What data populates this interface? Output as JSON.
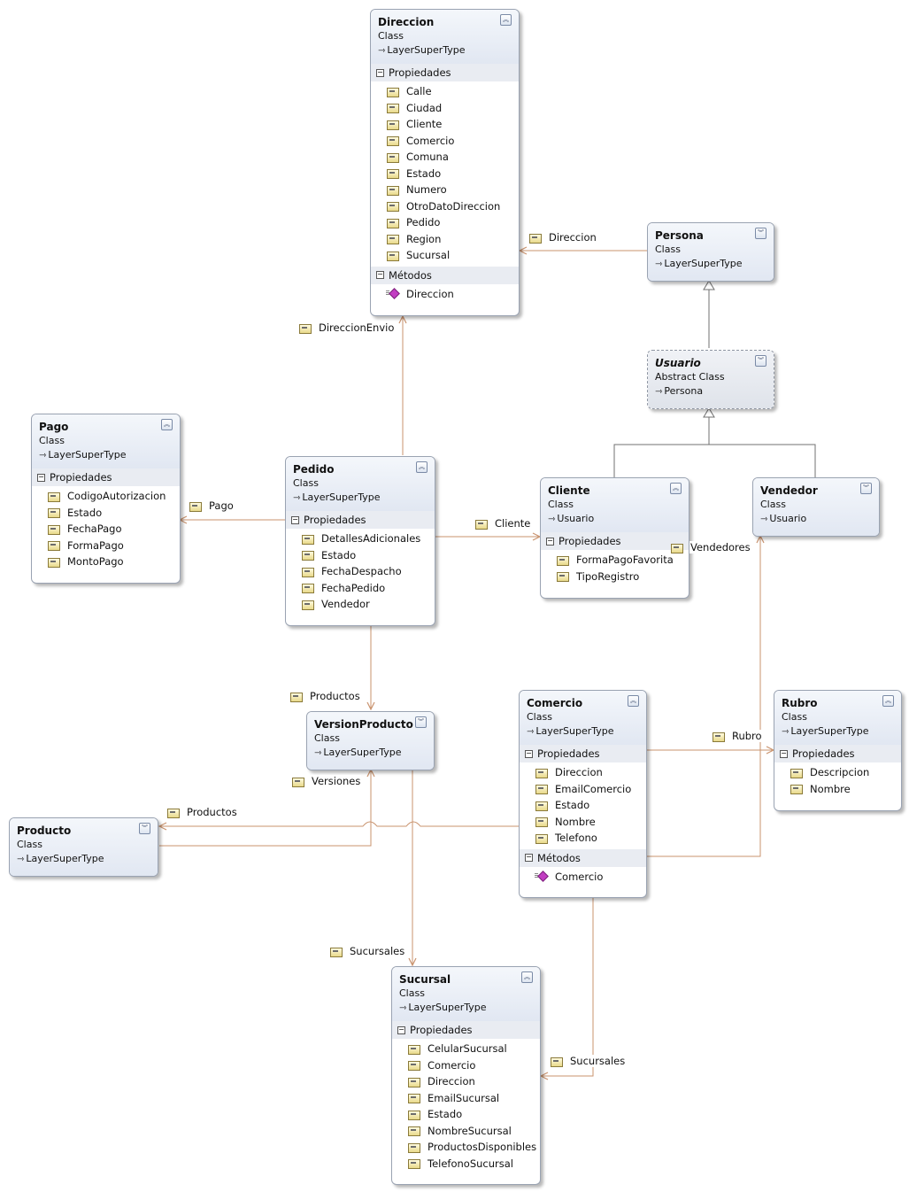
{
  "classes": {
    "direccion": {
      "name": "Direccion",
      "kind": "Class",
      "base": "LayerSuperType",
      "properties_title": "Propiedades",
      "properties": [
        "Calle",
        "Ciudad",
        "Cliente",
        "Comercio",
        "Comuna",
        "Estado",
        "Numero",
        "OtroDatoDireccion",
        "Pedido",
        "Region",
        "Sucursal"
      ],
      "methods_title": "Métodos",
      "methods": [
        "Direccion"
      ]
    },
    "persona": {
      "name": "Persona",
      "kind": "Class",
      "base": "LayerSuperType"
    },
    "usuario": {
      "name": "Usuario",
      "kind": "Abstract Class",
      "base": "Persona"
    },
    "pago": {
      "name": "Pago",
      "kind": "Class",
      "base": "LayerSuperType",
      "properties_title": "Propiedades",
      "properties": [
        "CodigoAutorizacion",
        "Estado",
        "FechaPago",
        "FormaPago",
        "MontoPago"
      ]
    },
    "pedido": {
      "name": "Pedido",
      "kind": "Class",
      "base": "LayerSuperType",
      "properties_title": "Propiedades",
      "properties": [
        "DetallesAdicionales",
        "Estado",
        "FechaDespacho",
        "FechaPedido",
        "Vendedor"
      ]
    },
    "cliente": {
      "name": "Cliente",
      "kind": "Class",
      "base": "Usuario",
      "properties_title": "Propiedades",
      "properties": [
        "FormaPagoFavorita",
        "TipoRegistro"
      ]
    },
    "vendedor": {
      "name": "Vendedor",
      "kind": "Class",
      "base": "Usuario"
    },
    "versionproducto": {
      "name": "VersionProducto",
      "kind": "Class",
      "base": "LayerSuperType"
    },
    "comercio": {
      "name": "Comercio",
      "kind": "Class",
      "base": "LayerSuperType",
      "properties_title": "Propiedades",
      "properties": [
        "Direccion",
        "EmailComercio",
        "Estado",
        "Nombre",
        "Telefono"
      ],
      "methods_title": "Métodos",
      "methods": [
        "Comercio"
      ]
    },
    "rubro": {
      "name": "Rubro",
      "kind": "Class",
      "base": "LayerSuperType",
      "properties_title": "Propiedades",
      "properties": [
        "Descripcion",
        "Nombre"
      ]
    },
    "producto": {
      "name": "Producto",
      "kind": "Class",
      "base": "LayerSuperType"
    },
    "sucursal": {
      "name": "Sucursal",
      "kind": "Class",
      "base": "LayerSuperType",
      "properties_title": "Propiedades",
      "properties": [
        "CelularSucursal",
        "Comercio",
        "Direccion",
        "EmailSucursal",
        "Estado",
        "NombreSucursal",
        "ProductosDisponibles",
        "TelefonoSucursal"
      ]
    }
  },
  "associations": {
    "persona_direccion": "Direccion",
    "pedido_direccionenvio": "DireccionEnvio",
    "pedido_pago": "Pago",
    "pedido_cliente": "Cliente",
    "cliente_vendedores": "Vendedores",
    "pedido_productos": "Productos",
    "versionproducto_versiones": "Versiones",
    "comercio_productos": "Productos",
    "comercio_rubro": "Rubro",
    "versionproducto_sucursales": "Sucursales",
    "comercio_sucursales": "Sucursales"
  },
  "colors": {
    "association_line": "#c9936e",
    "inheritance_line": "#707070",
    "header_gradient_top": "#f4f7fb",
    "header_gradient_bottom": "#e1e7f2",
    "section_header": "#e9ecf2"
  },
  "icons": {
    "property": "property-icon",
    "method": "method-icon",
    "expand": "chevron-down-icon",
    "collapse": "chevron-up-icon"
  }
}
